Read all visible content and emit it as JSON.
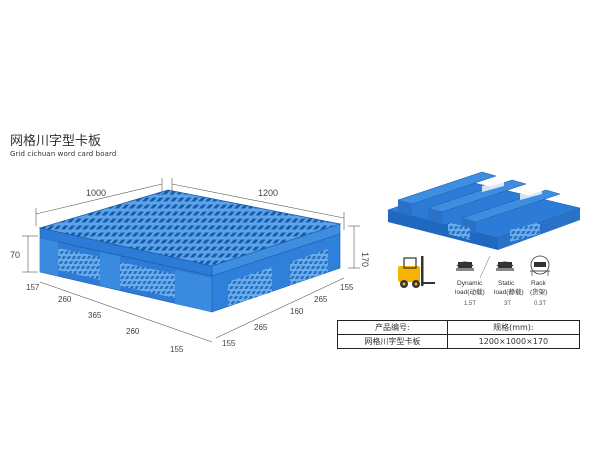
{
  "product": {
    "title_cn": "网格川字型卡板",
    "title_en": "Grid cichuan word card board"
  },
  "dimensions": {
    "width_top": "1000",
    "length_top": "1200",
    "height_left": "70",
    "height_right": "170",
    "front_left": [
      "157",
      "260",
      "365",
      "260",
      "155"
    ],
    "front_right": [
      "155",
      "265",
      "160",
      "265",
      "155"
    ]
  },
  "loads": [
    {
      "label_en": "Dynamic",
      "label_cn": "load(动载)",
      "value": "1.5T"
    },
    {
      "label_en": "Static",
      "label_cn": "load(静载)",
      "value": "3T"
    },
    {
      "label_en": "Rack",
      "label_cn": "(货架)",
      "value": "0.3T"
    }
  ],
  "spec_table": {
    "header": {
      "code_label": "产品编号:",
      "spec_label": "规格(mm):"
    },
    "row": {
      "code": "网格川字型卡板",
      "spec": "1200×1000×170"
    }
  },
  "colors": {
    "pallet_blue": "#2c7bd6",
    "pallet_dark": "#1a5ba8",
    "pallet_light": "#5ba3ea",
    "forklift_yellow": "#f5b400"
  },
  "icons": [
    "forklift-icon",
    "dynamic-load-icon",
    "static-load-icon",
    "rack-load-icon"
  ]
}
